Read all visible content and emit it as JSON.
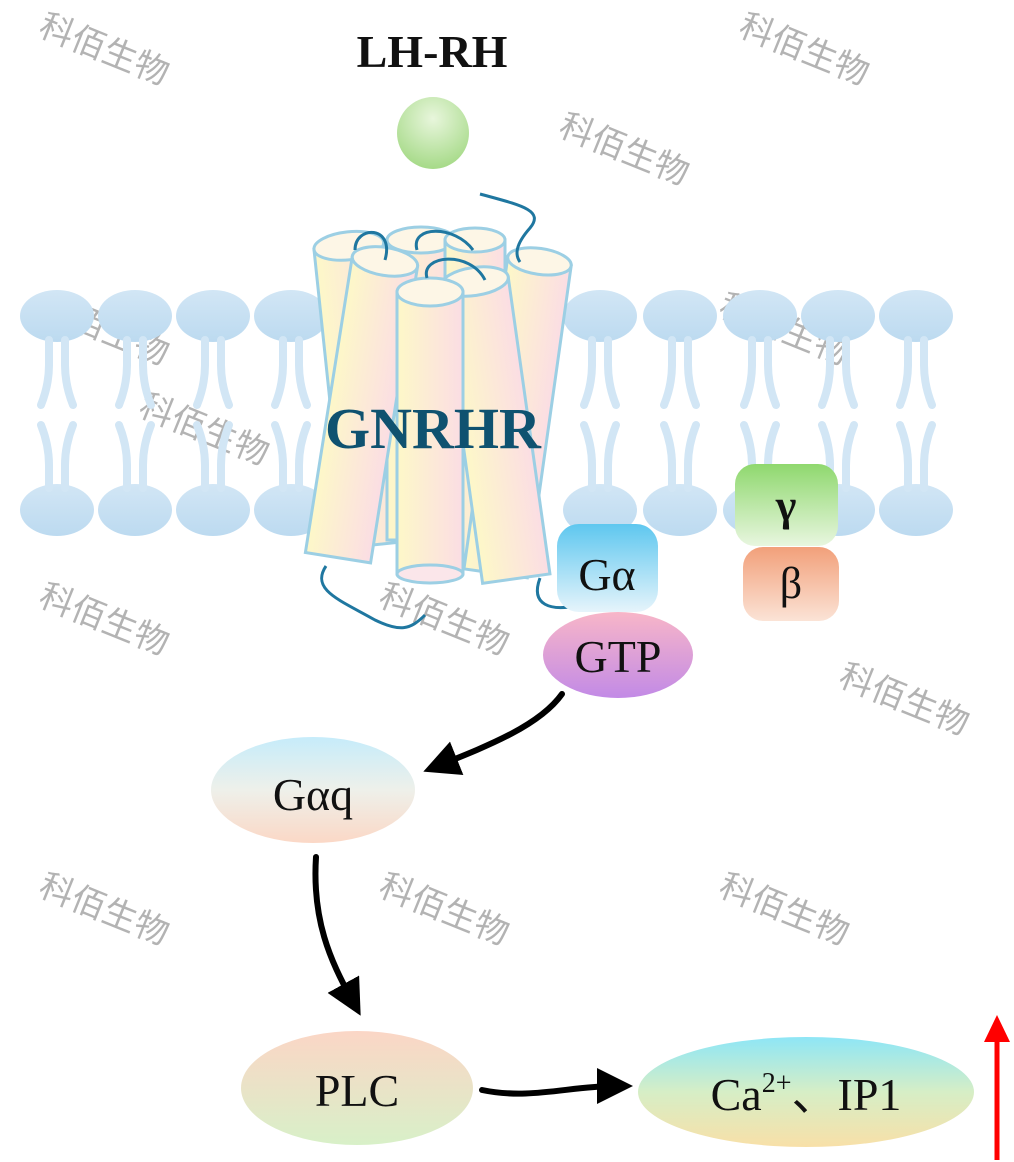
{
  "ligand": {
    "label": "LH-RH",
    "color": "#a8dc8c"
  },
  "receptor": {
    "label": "GNRHR",
    "color": "#0f5270"
  },
  "g_protein": {
    "alpha": "Gα",
    "gtp": "GTP",
    "gamma": "γ",
    "beta": "β"
  },
  "pathway": {
    "gaq": "Gαq",
    "plc": "PLC",
    "output_prefix": "Ca",
    "output_sup": "2+",
    "output_suffix": "、IP1",
    "increase_indicator_color": "#ff0000"
  },
  "watermark": "科佰生物"
}
